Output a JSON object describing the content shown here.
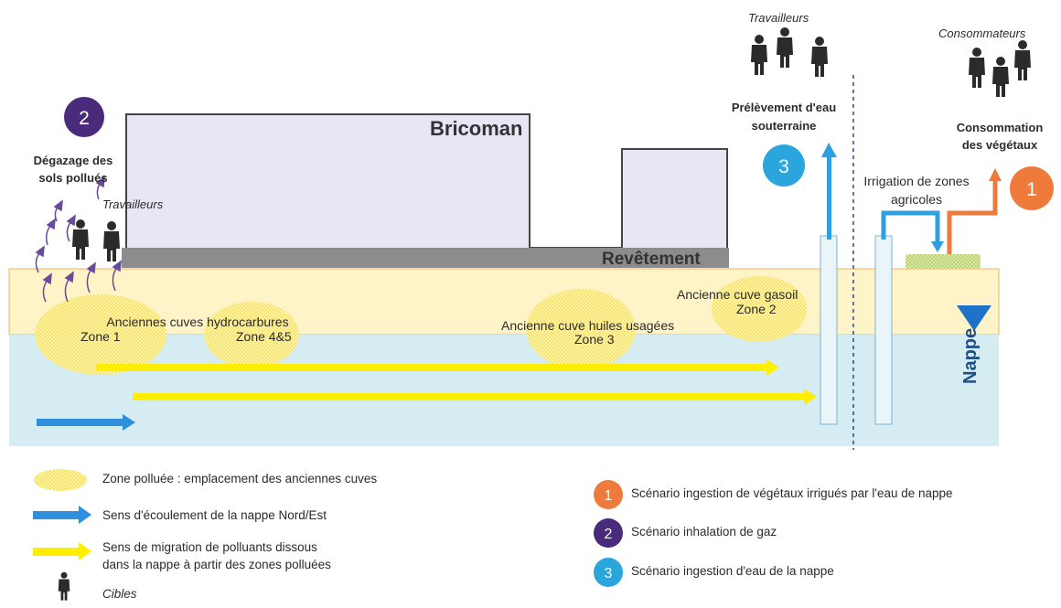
{
  "labels": {
    "building": "Bricoman",
    "pavement": "Revêtement",
    "groundwater": "Nappe",
    "workers_left": "Travailleurs",
    "workers_top": "Travailleurs",
    "consumers": "Consommateurs",
    "degassing": "Dégazage des sols pollués",
    "groundwater_withdrawal": "Prélèvement d'eau souterraine",
    "vegetable_consumption": "Consommation des végétaux",
    "irrigation": "Irrigation de zones agricoles",
    "zone1_title": "Anciennes cuves hydrocarbures",
    "zone1_name": "Zone 1",
    "zone45_name": "Zone 4&5",
    "zone3_title": "Ancienne cuve huiles usagées",
    "zone3_name": "Zone 3",
    "zone2_title": "Ancienne cuve gasoil",
    "zone2_name": "Zone 2"
  },
  "scenario_badges": {
    "badge_1": "1",
    "badge_2": "2",
    "badge_3": "3"
  },
  "legend": {
    "polluted_zone": "Zone polluée : emplacement des anciennes cuves",
    "flow_direction": "Sens d'écoulement de la nappe Nord/Est",
    "migration_line1": "Sens de migration de polluants dissous",
    "migration_line2": "dans la nappe à partir des zones polluées",
    "targets": "Cibles",
    "scenario_1_number": "1",
    "scenario_1": "Scénario ingestion de végétaux irrigués par l'eau de nappe",
    "scenario_2_number": "2",
    "scenario_2": "Scénario inhalation de gaz",
    "scenario_3_number": "3",
    "scenario_3": "Scénario ingestion d'eau de la nappe"
  },
  "colors": {
    "scenario_1": "#ee7a3c",
    "scenario_2": "#4a2a7a",
    "scenario_3": "#2ba6dd",
    "soil": "#fff3c8",
    "groundwater": "#d6ecf3",
    "building": "#e8e6f4",
    "pavement": "#8c8c8c",
    "migration_arrow": "#ffee00",
    "flow_arrow": "#2e8fdc",
    "polluted_zone": "#fff07a"
  },
  "icons": {
    "person": "person-silhouette-icon",
    "water_table": "water-table-triangle-icon"
  }
}
